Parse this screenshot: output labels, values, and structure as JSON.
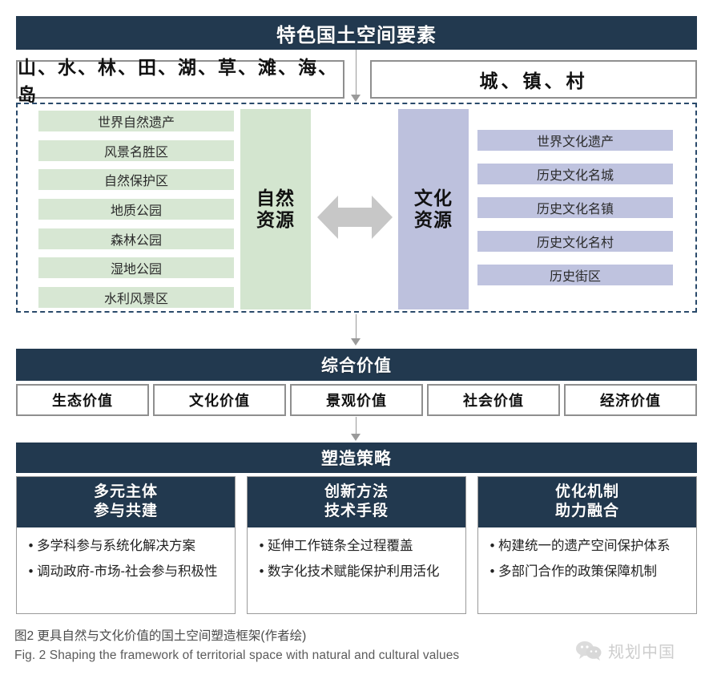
{
  "header": {
    "title": "特色国土空间要素"
  },
  "elements": {
    "natural": "山、水、林、田、湖、草、滩、海、岛",
    "urban": "城、镇、村"
  },
  "resources": {
    "natural_pillar": "自然\n资源",
    "natural_pillar_line1": "自然",
    "natural_pillar_line2": "资源",
    "cultural_pillar_line1": "文化",
    "cultural_pillar_line2": "资源",
    "natural_items": [
      "世界自然遗产",
      "风景名胜区",
      "自然保护区",
      "地质公园",
      "森林公园",
      "湿地公园",
      "水利风景区"
    ],
    "cultural_items": [
      "世界文化遗产",
      "历史文化名城",
      "历史文化名镇",
      "历史文化名村",
      "历史街区"
    ]
  },
  "value": {
    "title": "综合价值",
    "items": [
      "生态价值",
      "文化价值",
      "景观价值",
      "社会价值",
      "经济价值"
    ]
  },
  "strategy": {
    "title": "塑造策略",
    "bullet_glyph": "•",
    "columns": [
      {
        "head_line1": "多元主体",
        "head_line2": "参与共建",
        "bullets": [
          "多学科参与系统化解决方案",
          "调动政府-市场-社会参与积极性"
        ]
      },
      {
        "head_line1": "创新方法",
        "head_line2": "技术手段",
        "bullets": [
          "延伸工作链条全过程覆盖",
          "数字化技术赋能保护利用活化"
        ]
      },
      {
        "head_line1": "优化机制",
        "head_line2": "助力融合",
        "bullets": [
          "构建统一的遗产空间保护体系",
          "多部门合作的政策保障机制"
        ]
      }
    ]
  },
  "caption": {
    "cn": "图2  更具自然与文化价值的国土空间塑造框架(作者绘)",
    "en": "Fig. 2  Shaping the framework of territorial space with natural and cultural values"
  },
  "watermark": {
    "icon": "wechat-icon",
    "label": "规划中国"
  },
  "colors": {
    "navy": "#22394f",
    "green_item": "#d7e7d3",
    "green_pillar": "#d3e5cf",
    "purple_item": "#bfc3df",
    "purple_pillar": "#bdc1dd",
    "arrow_gray": "#c7c7c7",
    "dashed_border": "#2a4a6b"
  }
}
